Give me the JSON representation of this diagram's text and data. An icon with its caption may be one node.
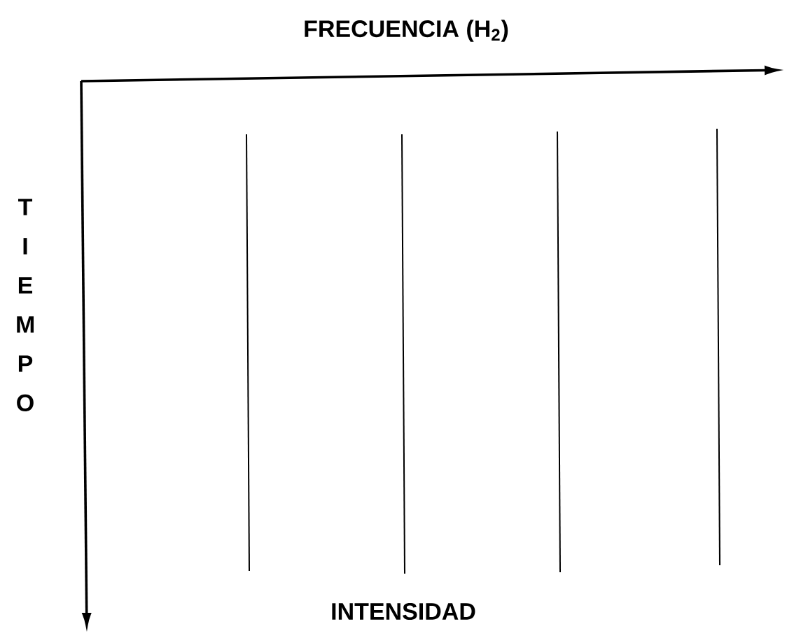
{
  "diagram": {
    "labels": [
      "FRECUENCIA (H$_{2}$)",
      "TIEMPO",
      "INTENSIDAD"
    ]
  }
}
